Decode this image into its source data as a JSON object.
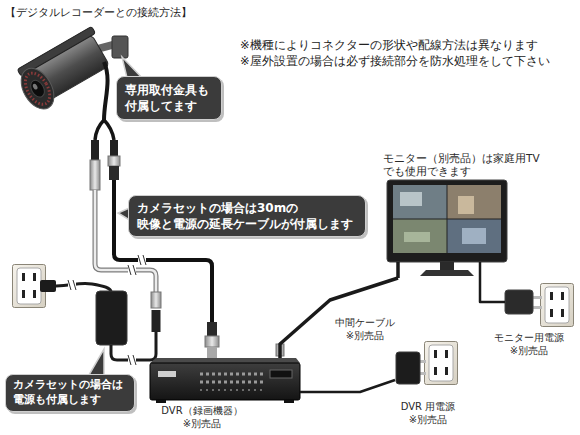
{
  "diagram": {
    "title": "【デジタルレコーダーとの接続方法】",
    "nodes": [
      {
        "text": [
          "専用取付金具も 付属してます"
        ]
      },
      {
        "text": [
          "モニター（別売品）は家庭用TV でも使用できます"
        ]
      },
      {
        "text": [
          "カメラセットの場合は30mの 映像と電源の延長ケーブルが付属します"
        ]
      },
      {
        "text": [
          "モニター用電源 ※別売品"
        ]
      },
      {
        "text": [
          "カメラセットの場合は 電源も付属します"
        ]
      },
      {
        "text": [
          "DVR（録画機器） ※別売品"
        ]
      },
      {
        "text": [
          "DVR 用電源 ※別売品"
        ]
      }
    ],
    "edges": [
      {
        "from": 5,
        "to": 1,
        "arrow": "none",
        "label": "中間ケーブル ※別売品"
      },
      {
        "from": 3,
        "to": 1,
        "arrow": "none"
      },
      {
        "from": 6,
        "to": 5,
        "arrow": "none"
      }
    ],
    "labels": [
      "※機種によりコネクターの形状や配線方法は異なります",
      "※屋外設置の場合は必ず接続部分を防水処理をして下さい"
    ]
  }
}
